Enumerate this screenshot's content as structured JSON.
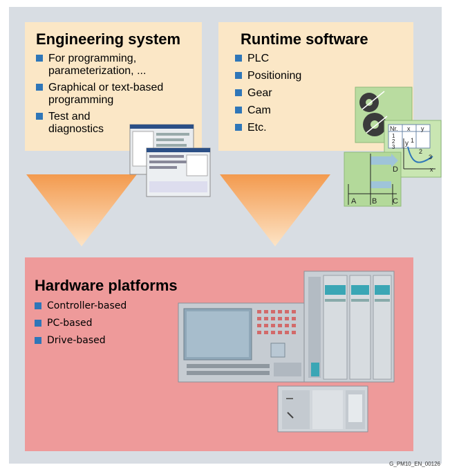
{
  "engineering": {
    "title": "Engineering system",
    "items": [
      "For programming, parameterization, ...",
      "Graphical or text-based programming",
      "Test and diagnostics"
    ]
  },
  "runtime": {
    "title": "Runtime software",
    "items": [
      "PLC",
      "Positioning",
      "Gear",
      "Cam",
      "Etc."
    ]
  },
  "hardware": {
    "title": "Hardware platforms",
    "items": [
      "Controller-based",
      "PC-based",
      "Drive-based"
    ]
  },
  "cam_chart": {
    "table_headers": [
      "Nr.",
      "x",
      "y"
    ],
    "rows": [
      "1",
      "2",
      "3"
    ],
    "axis_y": "y",
    "axis_x": "x",
    "points": [
      "1",
      "2",
      "3"
    ]
  },
  "gear_labels": [
    "A",
    "B",
    "C",
    "D"
  ],
  "caption": "G_PM10_EN_00126",
  "colors": {
    "background": "#d8dde3",
    "panel": "#fbe7c6",
    "hardware_panel": "#ee9a9a",
    "bullet": "#2f76b8",
    "arrow_top": "#f7a25a",
    "arrow_bottom": "#fde3c3"
  }
}
